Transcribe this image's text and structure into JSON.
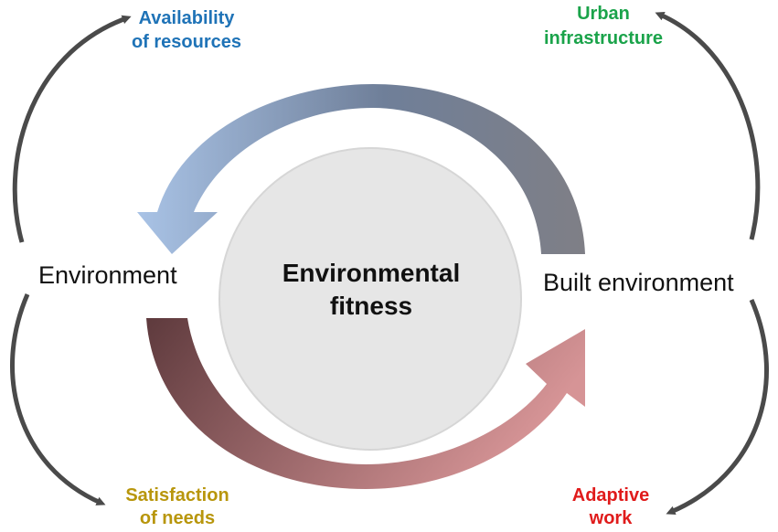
{
  "center": {
    "line1": "Environmental",
    "line2": "fitness"
  },
  "nodes": {
    "environment": "Environment",
    "built_environment": "Built environment"
  },
  "labels": {
    "availability": {
      "line1": "Availability",
      "line2": "of resources",
      "color": "#1f73b7"
    },
    "urban": {
      "line1": "Urban",
      "line2": "infrastructure",
      "color": "#1aa34a"
    },
    "satisfaction": {
      "line1": "Satisfaction",
      "line2": "of needs",
      "color": "#b8960c"
    },
    "adaptive": {
      "line1": "Adaptive",
      "line2": "work",
      "color": "#e01b1b"
    }
  },
  "colors": {
    "center_fill": "#e6e6e6",
    "center_stroke": "#d6d6d6",
    "top_arrow_light": "#a9c3e6",
    "top_arrow_dark": "#6f7f99",
    "top_arrow_end": "#7f7f86",
    "bottom_arrow_dark": "#5e3a3d",
    "bottom_arrow_light": "#d69496",
    "curve_arrow": "#4a4a4a"
  }
}
